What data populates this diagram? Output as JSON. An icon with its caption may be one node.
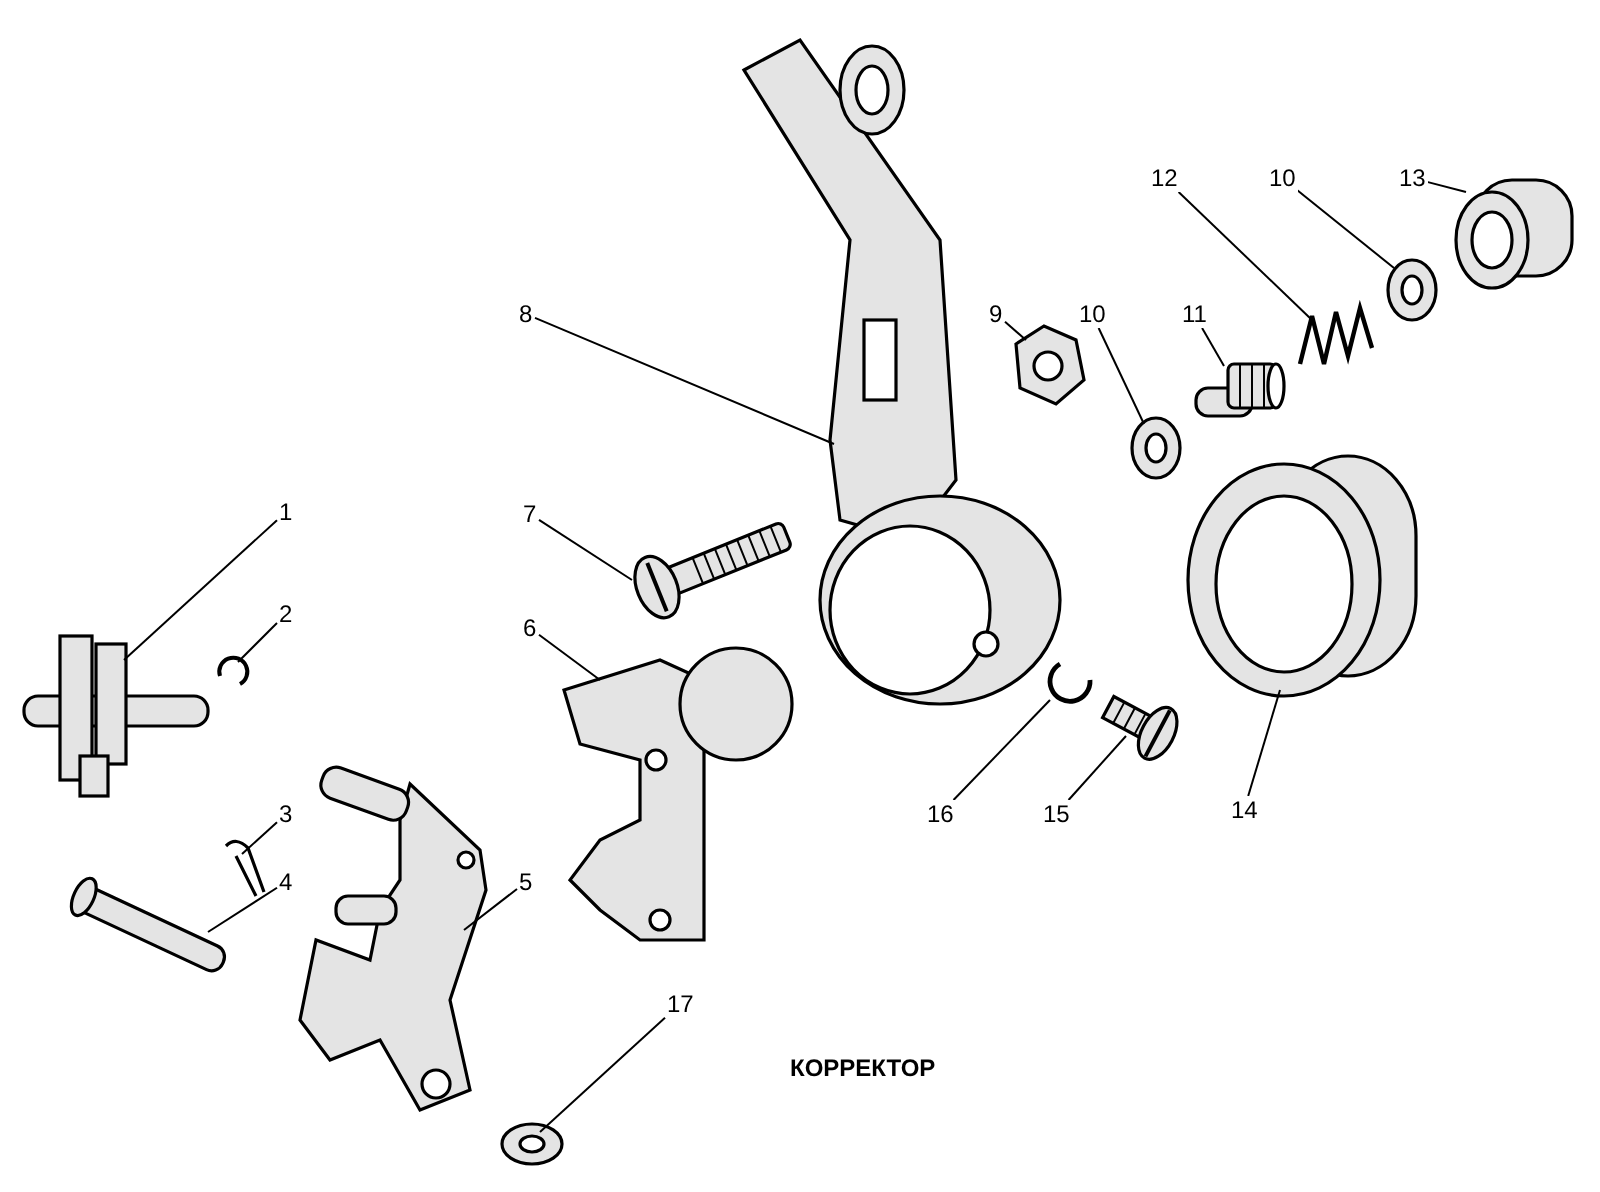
{
  "diagram": {
    "title": "КОРРЕКТОР",
    "nodes": [
      {
        "text": [
          "1"
        ]
      },
      {
        "text": [],
        "shape": "picture"
      },
      {
        "text": [
          "2"
        ]
      },
      {
        "text": [],
        "shape": "picture"
      },
      {
        "text": [
          "3"
        ]
      },
      {
        "text": [],
        "shape": "picture"
      },
      {
        "text": [
          "4"
        ]
      },
      {
        "text": [],
        "shape": "picture"
      },
      {
        "text": [
          "5"
        ]
      },
      {
        "text": [],
        "shape": "picture"
      },
      {
        "text": [
          "6"
        ]
      },
      {
        "text": [],
        "shape": "picture"
      },
      {
        "text": [
          "7"
        ]
      },
      {
        "text": [],
        "shape": "picture"
      },
      {
        "text": [
          "8"
        ]
      },
      {
        "text": [],
        "shape": "picture"
      },
      {
        "text": [
          "9"
        ]
      },
      {
        "text": [],
        "shape": "picture"
      },
      {
        "text": [
          "10"
        ]
      },
      {
        "text": [],
        "shape": "picture"
      },
      {
        "text": [
          "11"
        ]
      },
      {
        "text": [],
        "shape": "picture"
      },
      {
        "text": [
          "12"
        ]
      },
      {
        "text": [],
        "shape": "picture"
      },
      {
        "text": [
          "10"
        ]
      },
      {
        "text": [],
        "shape": "picture"
      },
      {
        "text": [
          "13"
        ]
      },
      {
        "text": [],
        "shape": "picture"
      },
      {
        "text": [
          "14"
        ]
      },
      {
        "text": [],
        "shape": "picture"
      },
      {
        "text": [
          "15"
        ]
      },
      {
        "text": [],
        "shape": "picture"
      },
      {
        "text": [
          "16"
        ]
      },
      {
        "text": [],
        "shape": "picture"
      },
      {
        "text": [
          "17"
        ]
      },
      {
        "text": [],
        "shape": "picture"
      }
    ],
    "edges": [
      {
        "from": 0,
        "to": 1,
        "arrow": "none"
      },
      {
        "from": 2,
        "to": 3,
        "arrow": "none"
      },
      {
        "from": 4,
        "to": 5,
        "arrow": "none"
      },
      {
        "from": 6,
        "to": 7,
        "arrow": "none"
      },
      {
        "from": 8,
        "to": 9,
        "arrow": "none"
      },
      {
        "from": 10,
        "to": 11,
        "arrow": "none"
      },
      {
        "from": 12,
        "to": 13,
        "arrow": "none"
      },
      {
        "from": 14,
        "to": 15,
        "arrow": "none"
      },
      {
        "from": 16,
        "to": 17,
        "arrow": "none"
      },
      {
        "from": 18,
        "to": 19,
        "arrow": "none"
      },
      {
        "from": 20,
        "to": 21,
        "arrow": "none"
      },
      {
        "from": 22,
        "to": 23,
        "arrow": "none"
      },
      {
        "from": 24,
        "to": 25,
        "arrow": "none"
      },
      {
        "from": 26,
        "to": 27,
        "arrow": "none"
      },
      {
        "from": 28,
        "to": 29,
        "arrow": "none"
      },
      {
        "from": 30,
        "to": 31,
        "arrow": "none"
      },
      {
        "from": 32,
        "to": 33,
        "arrow": "none"
      },
      {
        "from": 34,
        "to": 35,
        "arrow": "none"
      }
    ]
  }
}
